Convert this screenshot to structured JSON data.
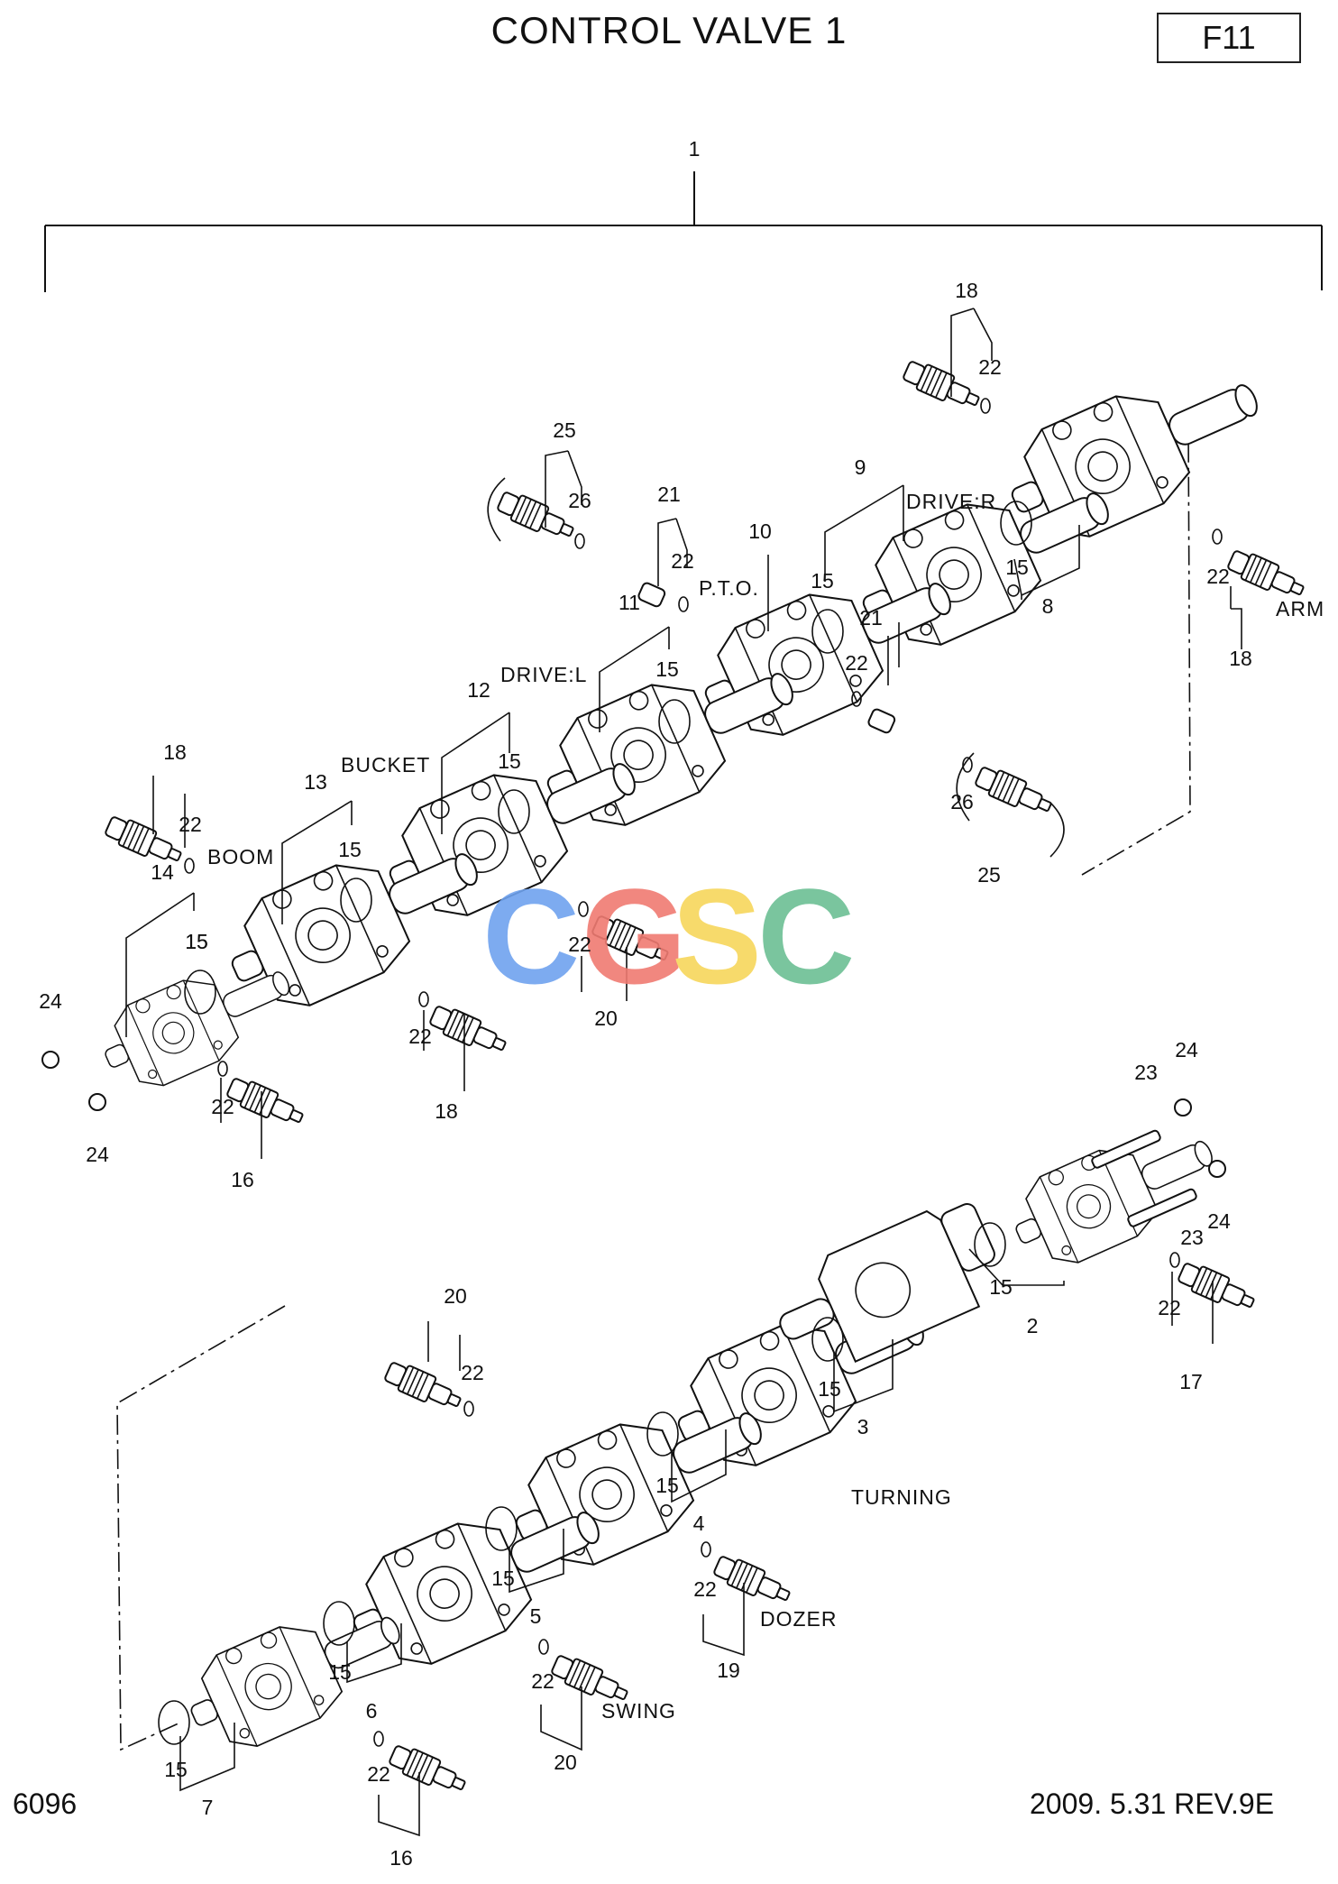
{
  "header": {
    "title": "CONTROL VALVE 1",
    "code": "F11"
  },
  "footer": {
    "page": "6096",
    "revision": "2009. 5.31 REV.9E"
  },
  "watermark": {
    "letters": [
      "C",
      "G",
      "S",
      "C"
    ],
    "colors": [
      "#6fa3ef",
      "#f07b72",
      "#f7d65c",
      "#6cbf94"
    ]
  },
  "callouts": [
    {
      "id": "c1",
      "text": "1"
    },
    {
      "id": "c18a",
      "text": "18"
    },
    {
      "id": "c22a",
      "text": "22"
    },
    {
      "id": "c25a",
      "text": "25"
    },
    {
      "id": "c26a",
      "text": "26"
    },
    {
      "id": "c21a",
      "text": "21"
    },
    {
      "id": "c22b",
      "text": "22"
    },
    {
      "id": "c9",
      "text": "9"
    },
    {
      "id": "c10",
      "text": "10"
    },
    {
      "id": "c15a",
      "text": "15"
    },
    {
      "id": "c15b",
      "text": "15"
    },
    {
      "id": "c8",
      "text": "8"
    },
    {
      "id": "c22c",
      "text": "22"
    },
    {
      "id": "c18b",
      "text": "18"
    },
    {
      "id": "c15c",
      "text": "15"
    },
    {
      "id": "c21b",
      "text": "21"
    },
    {
      "id": "c22d",
      "text": "22"
    },
    {
      "id": "c11",
      "text": "11"
    },
    {
      "id": "c15d",
      "text": "15"
    },
    {
      "id": "c12",
      "text": "12"
    },
    {
      "id": "c15e",
      "text": "15"
    },
    {
      "id": "c26b",
      "text": "26"
    },
    {
      "id": "c25b",
      "text": "25"
    },
    {
      "id": "c18c",
      "text": "18"
    },
    {
      "id": "c22e",
      "text": "22"
    },
    {
      "id": "c13",
      "text": "13"
    },
    {
      "id": "c15f",
      "text": "15"
    },
    {
      "id": "c14",
      "text": "14"
    },
    {
      "id": "c15g",
      "text": "15"
    },
    {
      "id": "c22f",
      "text": "22"
    },
    {
      "id": "c20a",
      "text": "20"
    },
    {
      "id": "c24a",
      "text": "24"
    },
    {
      "id": "c22g",
      "text": "22"
    },
    {
      "id": "c18d",
      "text": "18"
    },
    {
      "id": "c22h",
      "text": "22"
    },
    {
      "id": "c16a",
      "text": "16"
    },
    {
      "id": "c24b",
      "text": "24"
    },
    {
      "id": "c23a",
      "text": "23"
    },
    {
      "id": "c24c",
      "text": "24"
    },
    {
      "id": "c23b",
      "text": "23"
    },
    {
      "id": "c24d",
      "text": "24"
    },
    {
      "id": "c15h",
      "text": "15"
    },
    {
      "id": "c2",
      "text": "2"
    },
    {
      "id": "c22i",
      "text": "22"
    },
    {
      "id": "c17",
      "text": "17"
    },
    {
      "id": "c15i",
      "text": "15"
    },
    {
      "id": "c3",
      "text": "3"
    },
    {
      "id": "c20b",
      "text": "20"
    },
    {
      "id": "c22j",
      "text": "22"
    },
    {
      "id": "c15j",
      "text": "15"
    },
    {
      "id": "c4",
      "text": "4"
    },
    {
      "id": "c15k",
      "text": "15"
    },
    {
      "id": "c5",
      "text": "5"
    },
    {
      "id": "c22k",
      "text": "22"
    },
    {
      "id": "c19",
      "text": "19"
    },
    {
      "id": "c15l",
      "text": "15"
    },
    {
      "id": "c6",
      "text": "6"
    },
    {
      "id": "c22l",
      "text": "22"
    },
    {
      "id": "c20c",
      "text": "20"
    },
    {
      "id": "c15m",
      "text": "15"
    },
    {
      "id": "c7",
      "text": "7"
    },
    {
      "id": "c22m",
      "text": "22"
    },
    {
      "id": "c16b",
      "text": "16"
    }
  ],
  "labels": [
    {
      "id": "drive_r",
      "text": "DRIVE:R"
    },
    {
      "id": "arm",
      "text": "ARM"
    },
    {
      "id": "pto",
      "text": "P.T.O."
    },
    {
      "id": "drive_l",
      "text": "DRIVE:L"
    },
    {
      "id": "bucket",
      "text": "BUCKET"
    },
    {
      "id": "boom",
      "text": "BOOM"
    },
    {
      "id": "turning",
      "text": "TURNING"
    },
    {
      "id": "dozer",
      "text": "DOZER"
    },
    {
      "id": "swing",
      "text": "SWING"
    }
  ]
}
